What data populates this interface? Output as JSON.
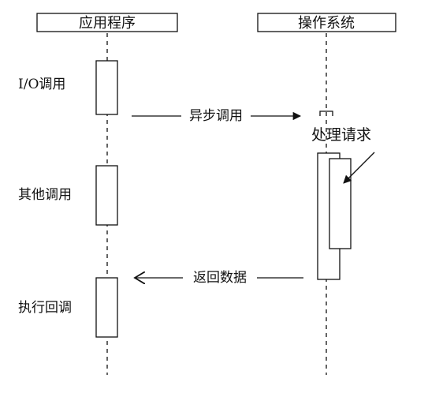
{
  "lifelines": {
    "app": "应用程序",
    "os": "操作系统"
  },
  "app_calls": {
    "io_call": "I/O调用",
    "other_call": "其他调用",
    "exec_callback": "执行回调"
  },
  "messages": {
    "async_call": "异步调用",
    "return_data": "返回数据"
  },
  "os_labels": {
    "handle_request": "处理请求"
  }
}
